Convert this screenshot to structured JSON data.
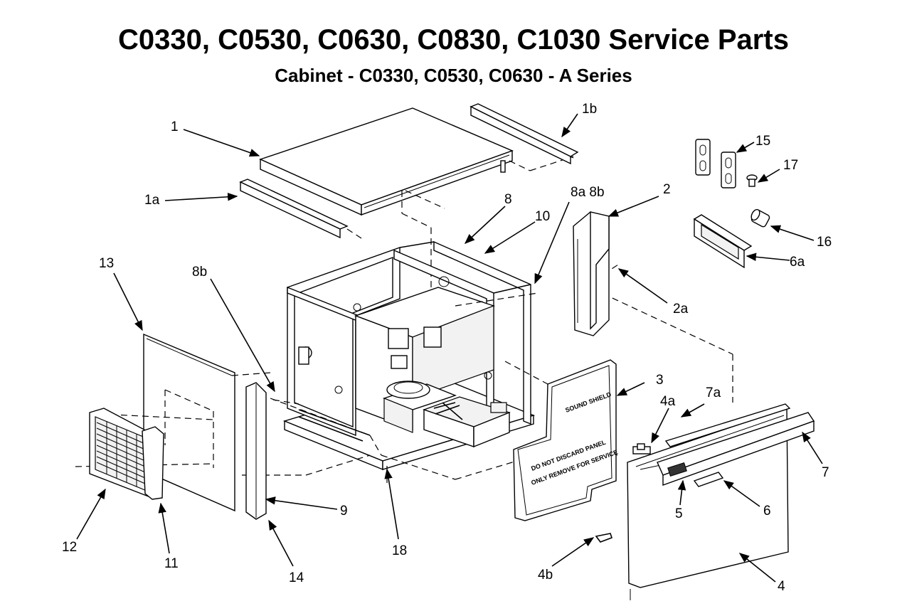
{
  "header": {
    "title": "C0330, C0530, C0630, C0830, C1030 Service Parts",
    "subtitle": "Cabinet - C0330, C0530, C0630 - A Series"
  },
  "panel_text": {
    "sound_shield": "SOUND SHIELD",
    "do_not_discard": "DO NOT DISCARD PANEL",
    "only_remove": "ONLY REMOVE FOR SERVICE"
  },
  "callouts": [
    {
      "id": "c-1",
      "text": "1"
    },
    {
      "id": "c-1a",
      "text": "1a"
    },
    {
      "id": "c-1b",
      "text": "1b"
    },
    {
      "id": "c-2",
      "text": "2"
    },
    {
      "id": "c-2a",
      "text": "2a"
    },
    {
      "id": "c-3",
      "text": "3"
    },
    {
      "id": "c-4",
      "text": "4"
    },
    {
      "id": "c-4a",
      "text": "4a"
    },
    {
      "id": "c-4b",
      "text": "4b"
    },
    {
      "id": "c-5",
      "text": "5"
    },
    {
      "id": "c-6",
      "text": "6"
    },
    {
      "id": "c-6a",
      "text": "6a"
    },
    {
      "id": "c-7",
      "text": "7"
    },
    {
      "id": "c-7a",
      "text": "7a"
    },
    {
      "id": "c-8",
      "text": "8"
    },
    {
      "id": "c-8a8b",
      "text": "8a 8b"
    },
    {
      "id": "c-8b",
      "text": "8b"
    },
    {
      "id": "c-9",
      "text": "9"
    },
    {
      "id": "c-10",
      "text": "10"
    },
    {
      "id": "c-11",
      "text": "11"
    },
    {
      "id": "c-12",
      "text": "12"
    },
    {
      "id": "c-13",
      "text": "13"
    },
    {
      "id": "c-14",
      "text": "14"
    },
    {
      "id": "c-15",
      "text": "15"
    },
    {
      "id": "c-16",
      "text": "16"
    },
    {
      "id": "c-17",
      "text": "17"
    },
    {
      "id": "c-18",
      "text": "18"
    }
  ]
}
